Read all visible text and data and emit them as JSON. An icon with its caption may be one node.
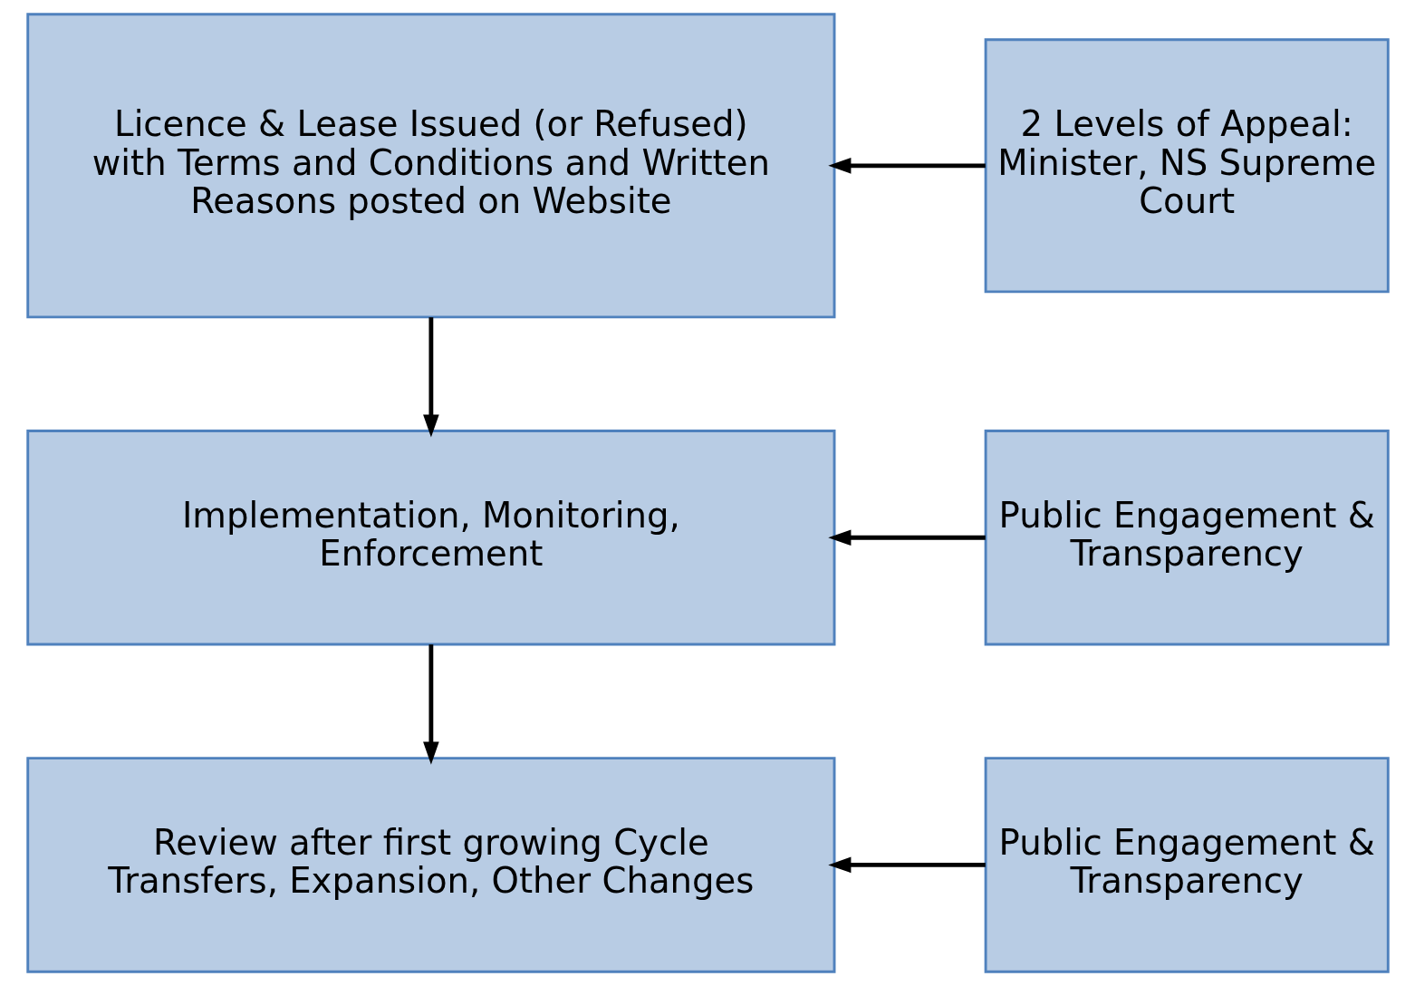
{
  "diagram": {
    "nodes": [
      {
        "text": [
          "Licence & Lease Issued (or Refused) with Terms and Conditions and Written Reasons posted on Website"
        ]
      },
      {
        "text": [
          "2 Levels of Appeal: Minister, NS Supreme Court"
        ]
      },
      {
        "text": [
          "Implementation, Monitoring, Enforcement"
        ]
      },
      {
        "text": [
          "Public Engagement & Transparency"
        ]
      },
      {
        "text": [
          "Review after first growing Cycle",
          "Transfers, Expansion, Other Changes"
        ]
      },
      {
        "text": [
          "Public Engagement & Transparency"
        ]
      }
    ],
    "edges": [
      {
        "from": 1,
        "to": 0,
        "arrow": "to"
      },
      {
        "from": 0,
        "to": 2,
        "arrow": "to"
      },
      {
        "from": 3,
        "to": 2,
        "arrow": "to"
      },
      {
        "from": 2,
        "to": 4,
        "arrow": "to"
      },
      {
        "from": 5,
        "to": 4,
        "arrow": "to"
      }
    ]
  }
}
